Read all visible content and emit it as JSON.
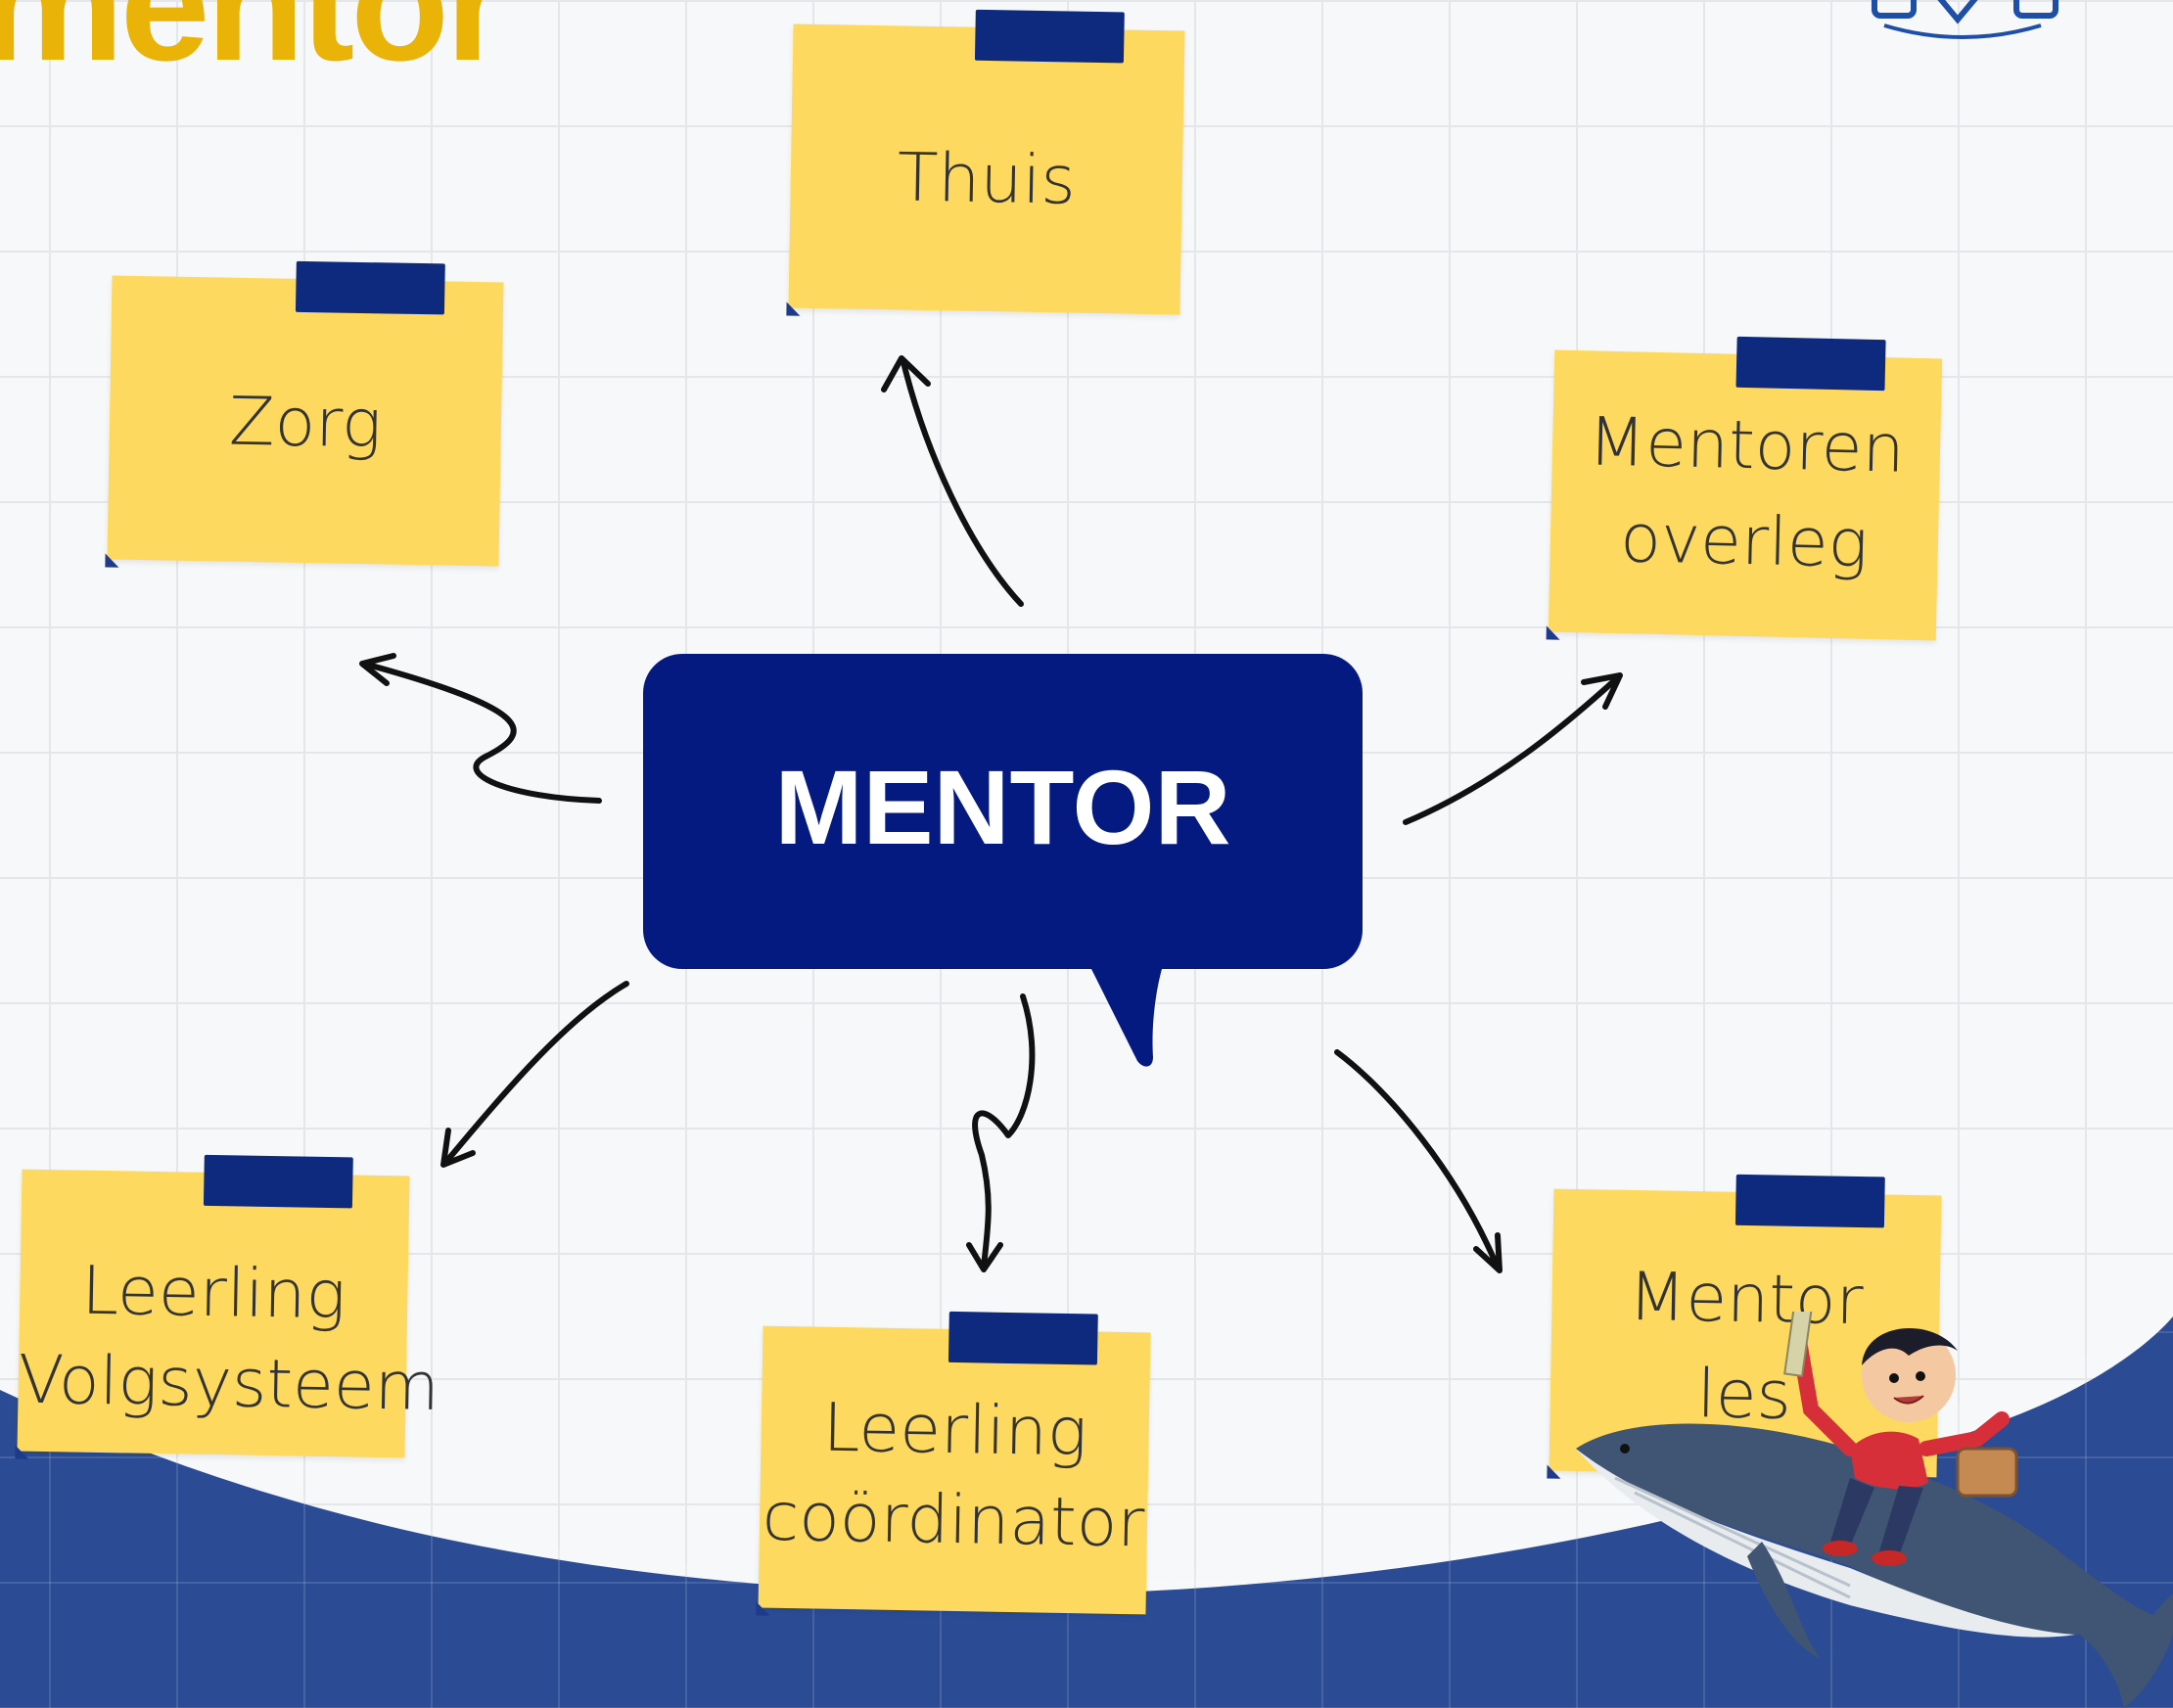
{
  "header": {
    "title": "mentor"
  },
  "center": {
    "label": "MENTOR"
  },
  "notes": {
    "thuis": "Thuis",
    "zorg": "Zorg",
    "mentoren_overleg_1": "Mentoren",
    "mentoren_overleg_2": "overleg",
    "lvs_1": "Leerling",
    "lvs_2": "Volgsysteem",
    "lc_1": "Leerling",
    "lc_2": "coördinator",
    "mentorles_1": "Mentor",
    "mentorles_2": "les"
  },
  "colors": {
    "navy": "#041a80",
    "note_yellow": "#fdd95f",
    "tape_blue": "#0e2a7e",
    "title_yellow": "#eab308",
    "wave_blue": "#2b4c95"
  },
  "icons": [
    "school-logo-icon",
    "whale-rider-illustration"
  ]
}
